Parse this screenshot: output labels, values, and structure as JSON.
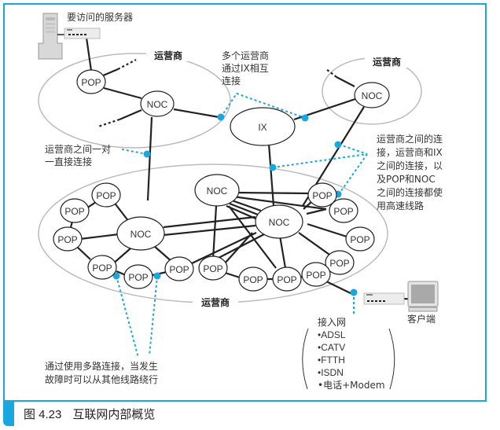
{
  "caption": {
    "number": "图 4.23",
    "title": "互联网内部概览"
  },
  "colors": {
    "accent": "#1aa7e0",
    "carrier_ring": "#bbbbbb",
    "link": "#222222"
  },
  "labels": {
    "server": "要访问的服务器",
    "carrier_top_left": "运营商",
    "carrier_top_right": "运营商",
    "carrier_bottom": "运营商",
    "client": "客户端",
    "ix": "IX"
  },
  "node_labels": {
    "pop": "POP",
    "noc": "NOC"
  },
  "annotations": {
    "ix_interconnect": [
      "多个运营商",
      "通过IX相互",
      "连接"
    ],
    "direct_peer": [
      "运营商之间一对",
      "一直接连接"
    ],
    "high_speed": [
      "运营商之间的连",
      "接，运营商和IX",
      "之间的连接，以",
      "及POP和NOC",
      "之间的连接都使",
      "用高速线路"
    ],
    "redundancy": [
      "通过使用多路连接，当发生",
      "故障时可以从其他线路绕行"
    ]
  },
  "access_network": {
    "title": "接入网",
    "items": [
      "•ADSL",
      "•CATV",
      "•FTTH",
      "•ISDN",
      "•电话+Modem"
    ]
  }
}
